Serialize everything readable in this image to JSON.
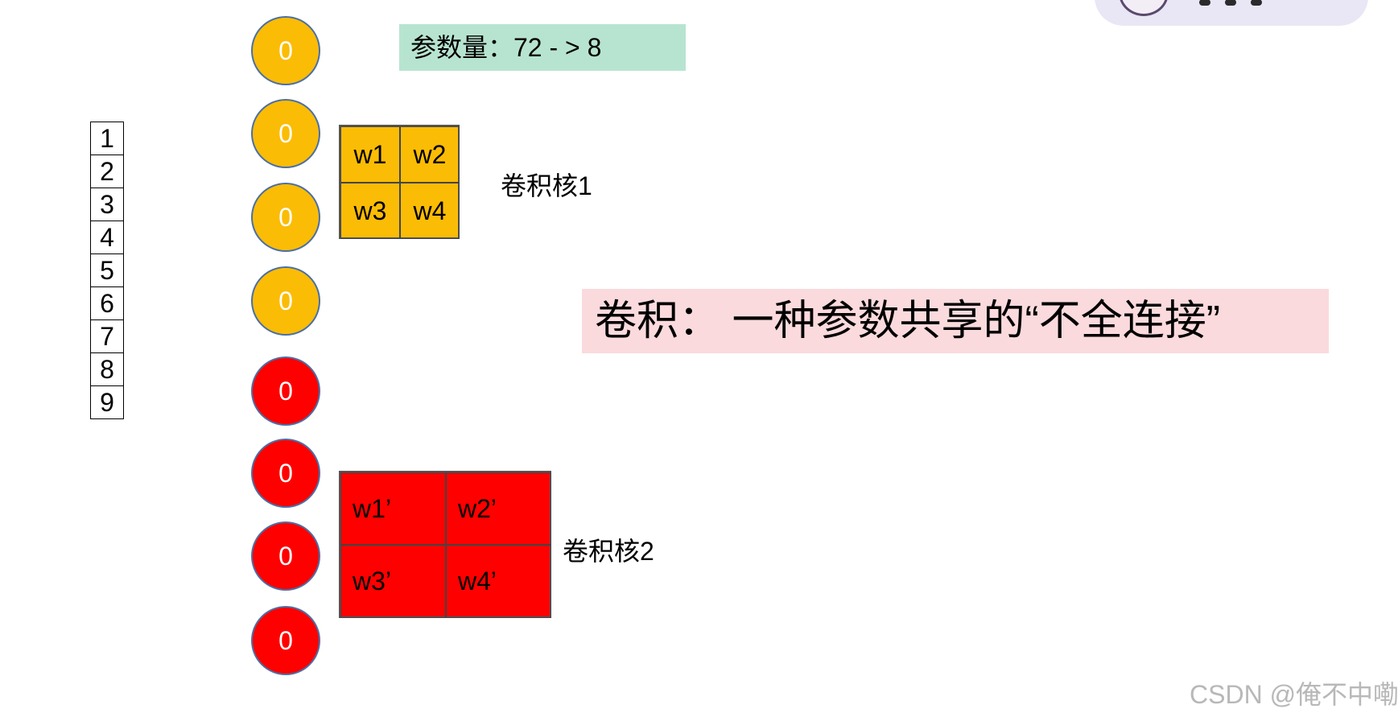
{
  "inputs": [
    "1",
    "2",
    "3",
    "4",
    "5",
    "6",
    "7",
    "8",
    "9"
  ],
  "outputs": [
    "0",
    "0",
    "0",
    "0",
    "0",
    "0",
    "0",
    "0"
  ],
  "param_count_label": "参数量：72 - > 8",
  "kernel1": {
    "label": "卷积核1",
    "cells": [
      "w1",
      "w2",
      "w3",
      "w4"
    ],
    "color": "#fbbc05"
  },
  "kernel2": {
    "label": "卷积核2",
    "cells": [
      "w1’",
      "w2’",
      "w3’",
      "w4’"
    ],
    "color": "#ff0000"
  },
  "banner": "卷积： 一种参数共享的“不全连接”",
  "watermark": "CSDN @俺不中嘞",
  "colors": {
    "yellow": "#fbbc05",
    "red": "#ff0000",
    "param_bg": "#b7e4d0",
    "banner_bg": "#fadadd"
  }
}
